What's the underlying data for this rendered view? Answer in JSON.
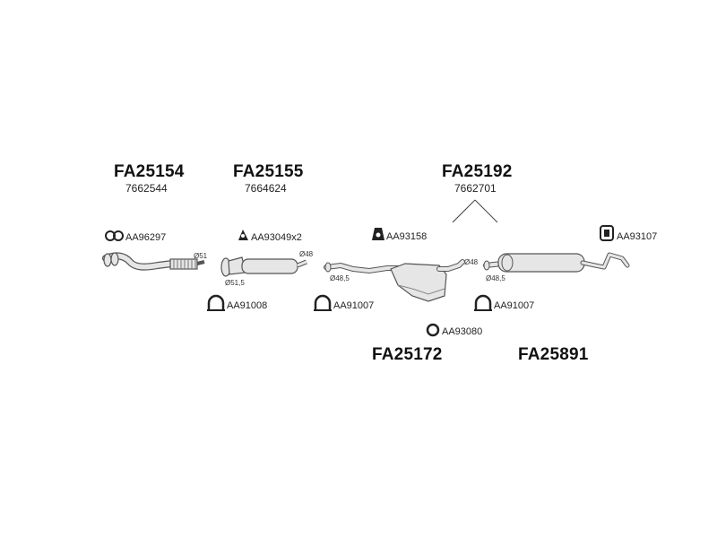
{
  "groups": [
    {
      "code": "FA25154",
      "oem": "7662544"
    },
    {
      "code": "FA25155",
      "oem": "7664624"
    },
    {
      "code": "FA25192",
      "oem": "7662701"
    },
    {
      "code": "FA25172"
    },
    {
      "code": "FA25891"
    }
  ],
  "accessories": {
    "clamp_front": "AA96297",
    "hanger_x2": "AA93049x2",
    "rubber_mount_mid": "AA93158",
    "rubber_mount_rear": "AA93107",
    "clamp_1": "AA91008",
    "clamp_2": "AA91007",
    "clamp_3": "AA91007",
    "ring": "AA93080"
  },
  "diameters": {
    "d51": "Ø51",
    "d51_5": "Ø51,5",
    "d48_a": "Ø48",
    "d48_5_a": "Ø48,5",
    "d48_b": "Ø48",
    "d48_5_b": "Ø48,5"
  },
  "colors": {
    "pipe_fill": "#e6e6e6",
    "pipe_stroke": "#555555",
    "icon_dark": "#222222"
  }
}
